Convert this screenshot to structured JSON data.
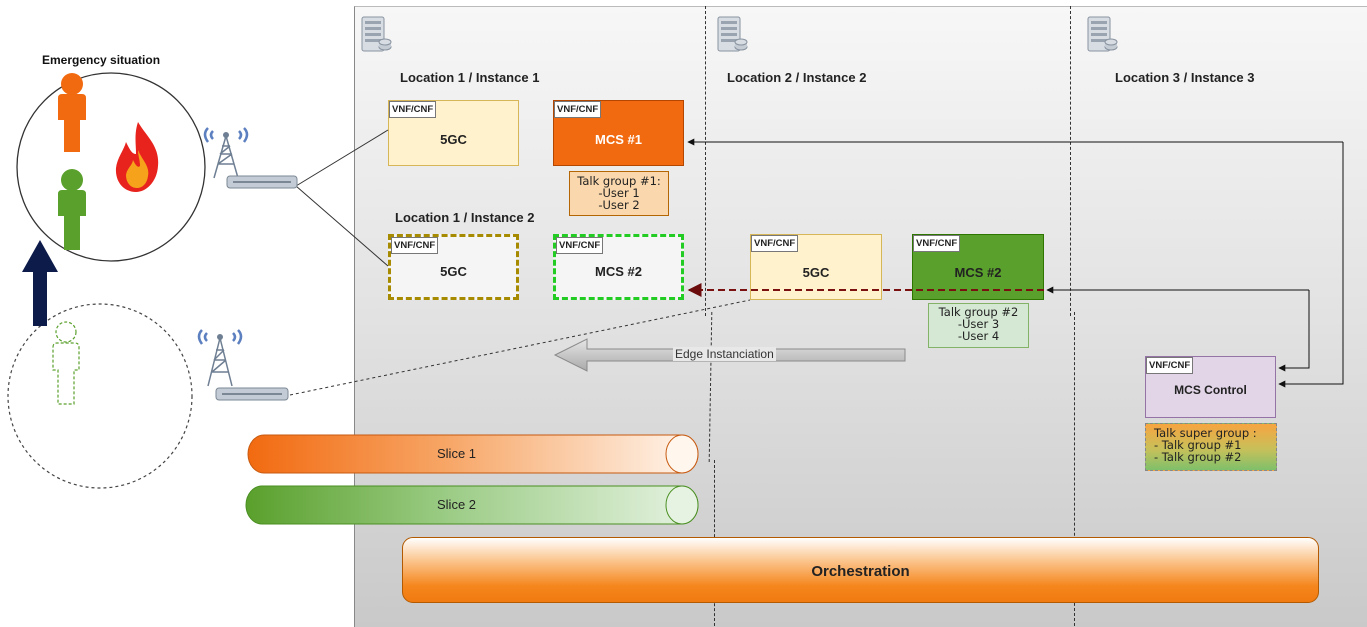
{
  "emergency": {
    "title": "Emergency situation"
  },
  "locations": {
    "loc1_inst1": "Location 1 / Instance 1",
    "loc1_inst2": "Location 1 / Instance 2",
    "loc2_inst2": "Location 2 / Instance 2",
    "loc3_inst3": "Location 3 / Instance 3"
  },
  "vnf_tag": "VNF/CNF",
  "boxes": {
    "g5c_1": "5GC",
    "mcs1": "MCS #1",
    "g5c_2": "5GC",
    "mcs2_ghost": "MCS #2",
    "g5c_3": "5GC",
    "mcs2": "MCS #2",
    "mcs_control": "MCS Control"
  },
  "notes": {
    "tg1": [
      "Talk group #1:",
      "-User 1",
      "-User 2"
    ],
    "tg2": [
      "Talk group #2",
      "-User 3",
      "-User 4"
    ],
    "super": [
      "Talk super group :",
      "- Talk group #1",
      "- Talk group #2"
    ]
  },
  "edge_label": "Edge Instanciation",
  "slices": {
    "slice1": "Slice 1",
    "slice2": "Slice 2"
  },
  "orchestration": "Orchestration",
  "colors": {
    "orange": "#f26a10",
    "green": "#5aa02c",
    "cream": "#fff2cc",
    "lavender": "#e1d5e7",
    "navy": "#0d1b4a",
    "darkred": "#8b1a1a"
  }
}
